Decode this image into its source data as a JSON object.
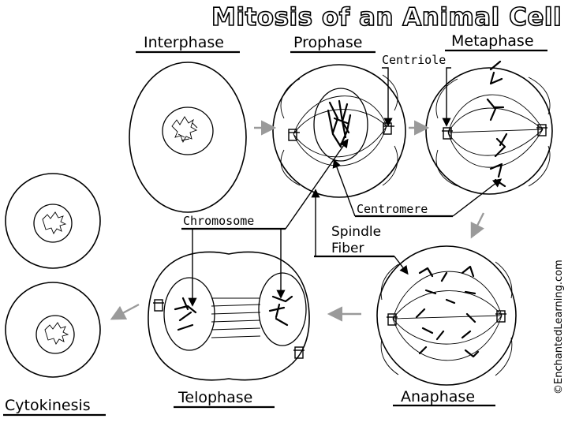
{
  "title": "Mitosis of an Animal Cell",
  "stages": {
    "interphase": "Interphase",
    "prophase": "Prophase",
    "metaphase": "Metaphase",
    "anaphase": "Anaphase",
    "telophase": "Telophase",
    "cytokinesis": "Cytokinesis"
  },
  "labels": {
    "centriole": "Centriole",
    "chromosome": "Chromosome",
    "centromere": "Centromere",
    "spindle_line1": "Spindle",
    "spindle_line2": "Fiber"
  },
  "copyright": "©EnchantedLearning.com"
}
